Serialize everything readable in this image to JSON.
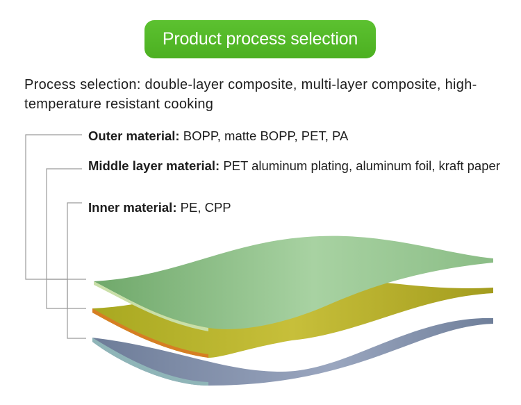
{
  "header": {
    "title": "Product process selection"
  },
  "intro": {
    "text": "Process selection: double-layer composite, multi-layer composite, high-temperature resistant cooking"
  },
  "materials": [
    {
      "label": "Outer material:",
      "value": " BOPP, matte BOPP, PET, PA"
    },
    {
      "label": "Middle layer material:",
      "value": " PET aluminum plating, aluminum foil, kraft paper"
    },
    {
      "label": "Inner material:",
      "value": " PE, CPP"
    }
  ],
  "colors": {
    "title_pill": "#52b626",
    "outer_layer": "#8fc08a",
    "middle_layer": "#b8b32a",
    "middle_layer_edge": "#d67e23",
    "inner_layer": "#7a8aa6",
    "leader_lines": "#9a9a9a"
  }
}
